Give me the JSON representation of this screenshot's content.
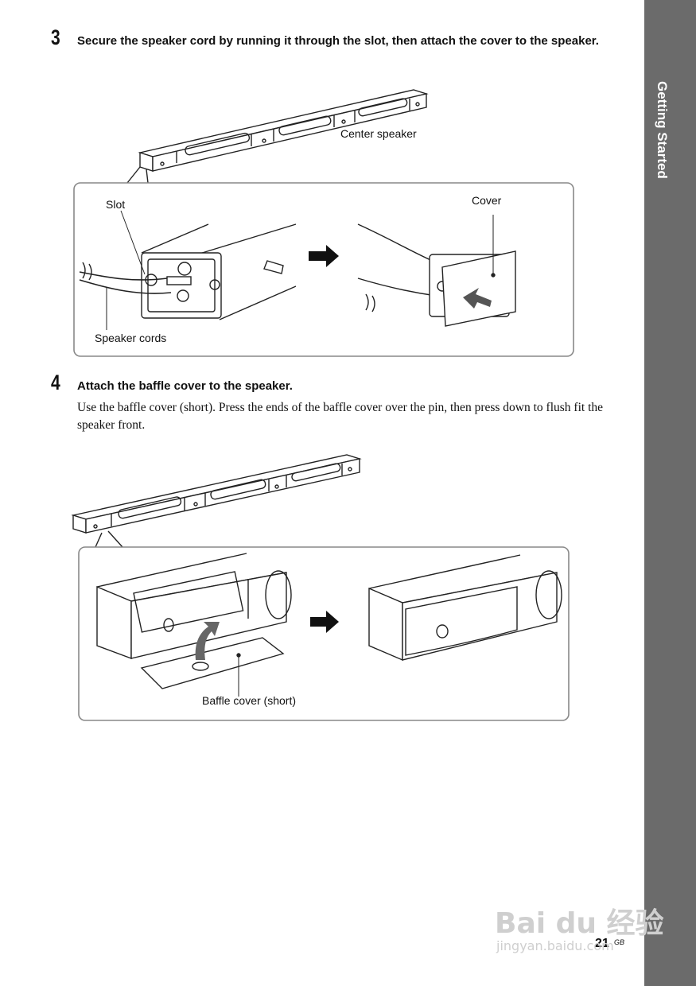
{
  "side_tab": {
    "label": "Getting Started"
  },
  "steps": [
    {
      "number": "3",
      "title": "Secure the speaker cord by running it through the slot, then attach the cover to the speaker.",
      "figure_labels": {
        "center_speaker": "Center speaker",
        "slot": "Slot",
        "cover": "Cover",
        "speaker_cords": "Speaker cords"
      }
    },
    {
      "number": "4",
      "title": "Attach the baffle cover to the speaker.",
      "body": "Use the baffle cover (short). Press the ends of the baffle cover over the pin, then press down to flush fit the speaker front.",
      "figure_labels": {
        "baffle_cover": "Baffle cover (short)"
      }
    }
  ],
  "footer": {
    "page_number": "21",
    "page_suffix": "GB"
  },
  "watermark": {
    "logo_text": "Bai du 经验",
    "url": "jingyan.baidu.com"
  }
}
